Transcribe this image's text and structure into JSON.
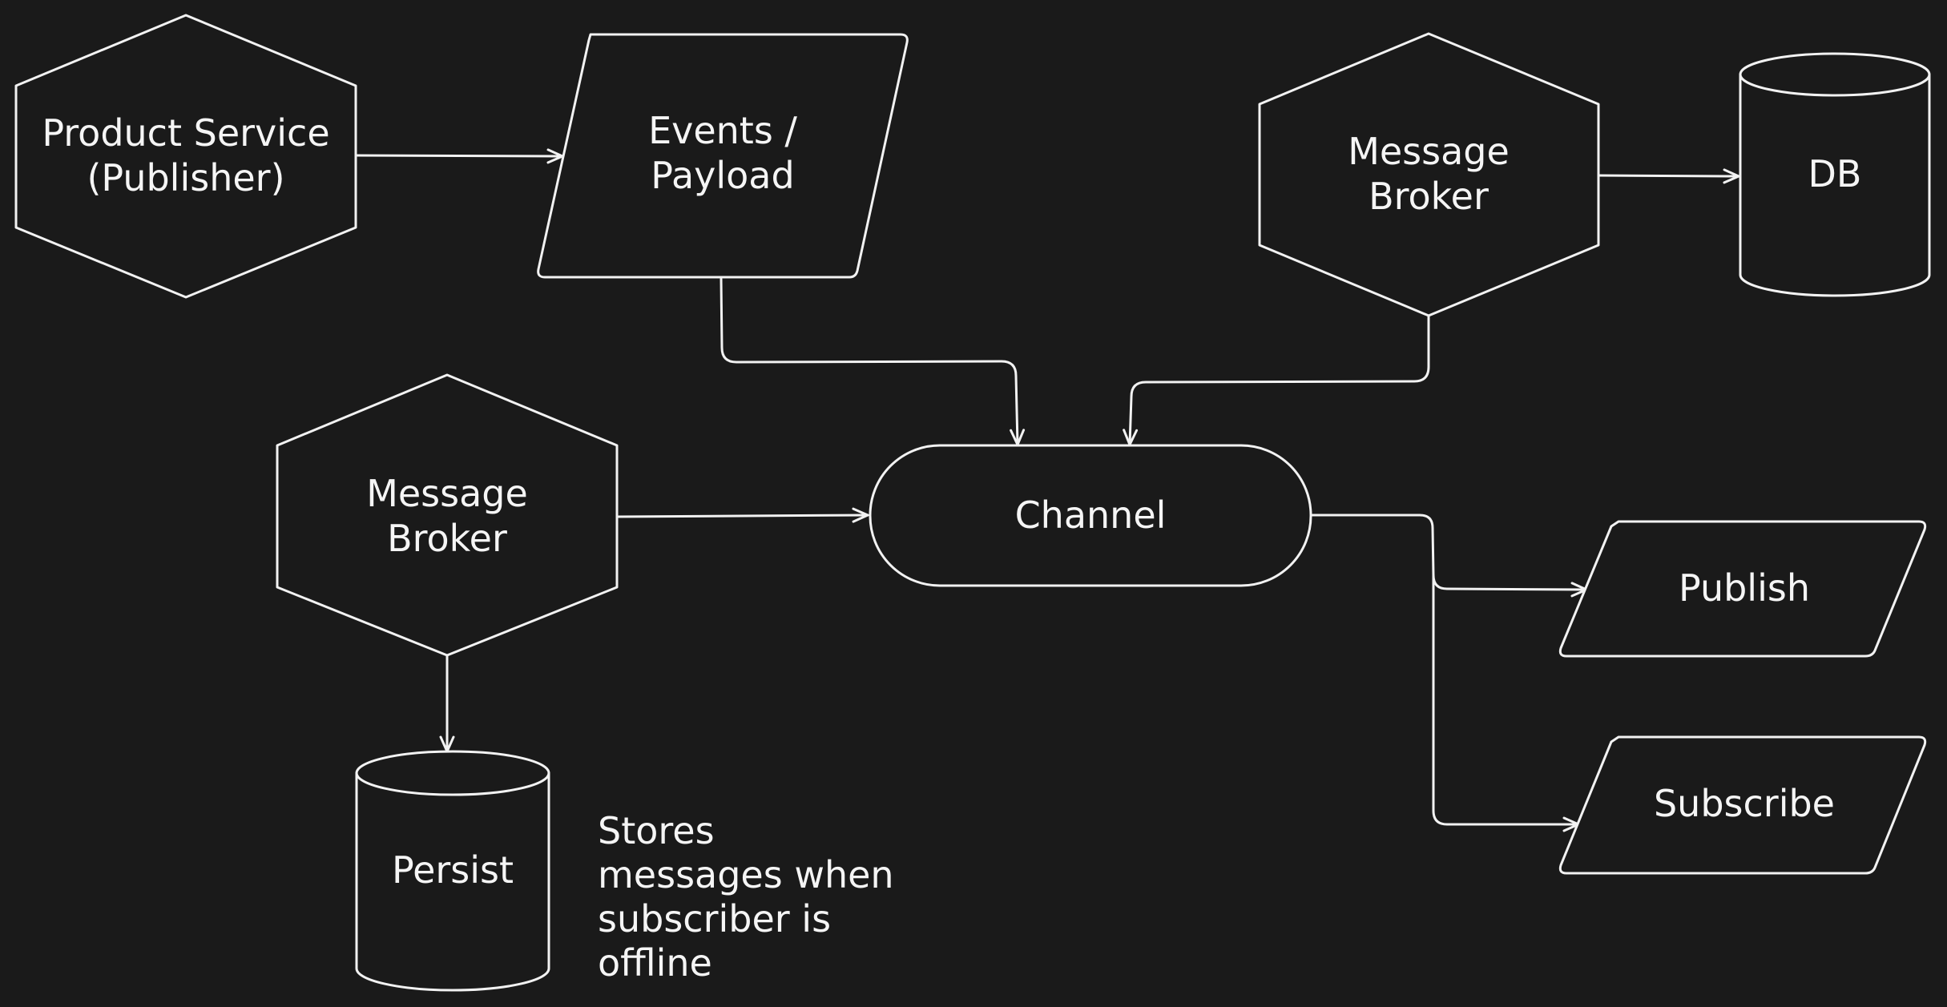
{
  "background_color": "#1a1a1a",
  "stroke_color": "#f2f2f2",
  "text_color": "#f5f5f5",
  "nodes": {
    "product_service": {
      "line1": "Product Service",
      "line2": "(Publisher)"
    },
    "events_payload": {
      "line1": "Events /",
      "line2": "Payload"
    },
    "message_broker_top": {
      "line1": "Message",
      "line2": "Broker"
    },
    "db": {
      "label": "DB"
    },
    "message_broker_left": {
      "line1": "Message",
      "line2": "Broker"
    },
    "channel": {
      "label": "Channel"
    },
    "publish": {
      "label": "Publish"
    },
    "subscribe": {
      "label": "Subscribe"
    },
    "persist": {
      "label": "Persist"
    }
  },
  "note": {
    "line1": "Stores",
    "line2": "messages when",
    "line3": "subscriber is",
    "line4": "offline"
  }
}
